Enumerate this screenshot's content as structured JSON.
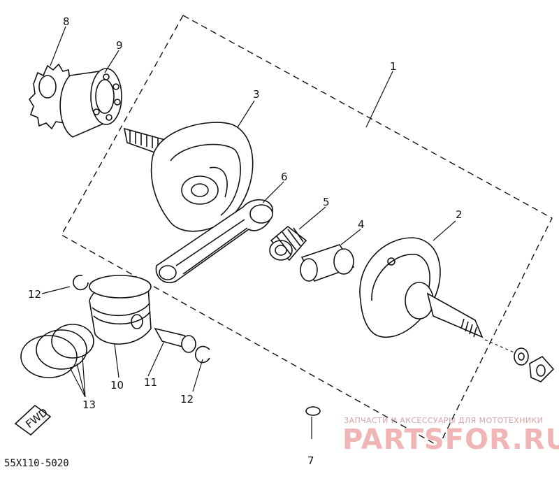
{
  "diagram": {
    "part_labels": {
      "p1": "1",
      "p2": "2",
      "p3": "3",
      "p4": "4",
      "p5": "5",
      "p6": "6",
      "p7": "7",
      "p8": "8",
      "p9": "9",
      "p10": "10",
      "p11": "11",
      "p12a": "12",
      "p12b": "12",
      "p13": "13"
    },
    "diagram_code": "55X110-5020",
    "fwd_label": "FWD"
  },
  "watermark": {
    "tagline": "ЗАПЧАСТИ И АКСЕССУАРЫ ДЛЯ МОТОТЕХНИКИ",
    "brand": "PARTSFOR.RU",
    "color": "#f0b5b5"
  }
}
